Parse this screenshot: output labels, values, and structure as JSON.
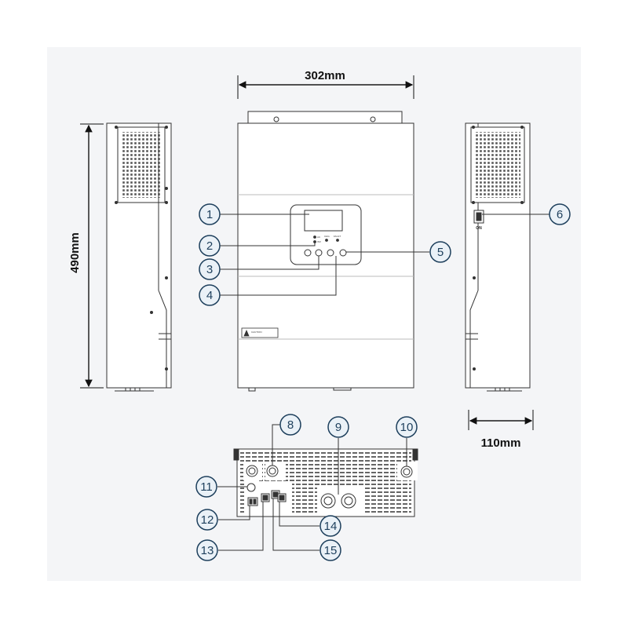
{
  "dimensions": {
    "width": "302mm",
    "height": "490mm",
    "depth": "110mm"
  },
  "callouts": [
    "1",
    "2",
    "3",
    "4",
    "5",
    "6",
    "8",
    "9",
    "10",
    "11",
    "12",
    "13",
    "14",
    "15"
  ],
  "labels": {
    "caution": "CAUTION",
    "switch_on": "ON",
    "led_ac": "AC",
    "led_inv": "INV",
    "led_chg": "CHG",
    "led_fault": "FAULT"
  },
  "colors": {
    "line": "#333333",
    "callout_stroke": "#1d3f5c",
    "callout_fill": "#eaf1f7",
    "callout_text": "#1d3f5c",
    "background_panel": "#f4f5f7"
  }
}
